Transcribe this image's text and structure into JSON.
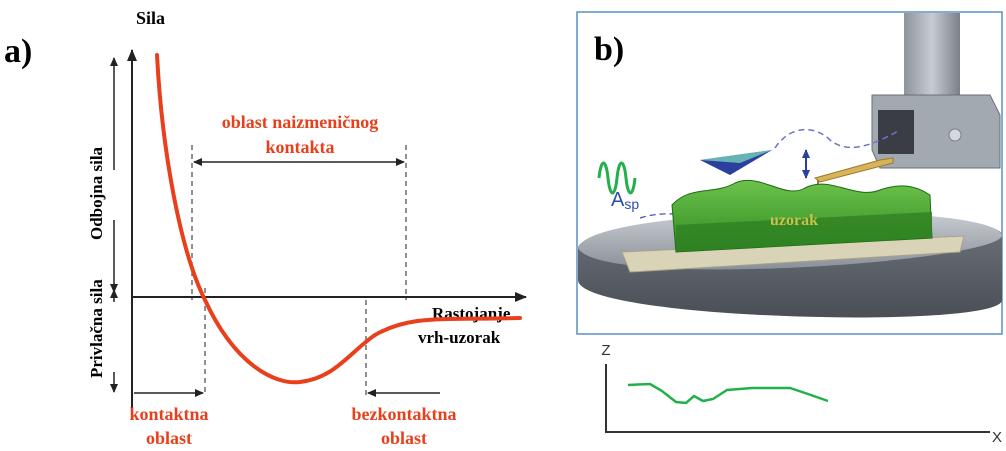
{
  "panel_a": {
    "label": "a)",
    "y_axis_title": "Sila",
    "y_upper_label": "Odbojna sila",
    "y_lower_label": "Privlačna sila",
    "x_axis_label_line1": "Rastojanje",
    "x_axis_label_line2": "vrh-uzorak",
    "intermittent_region_line1": "oblast naizmeničnog",
    "intermittent_region_line2": "kontakta",
    "contact_region_line1": "kontaktna",
    "contact_region_line2": "oblast",
    "noncontact_region_line1": "bezkontaktna",
    "noncontact_region_line2": "oblast",
    "curve_color": "#e8401c",
    "label_color": "#e8401c"
  },
  "panel_b": {
    "label": "b)",
    "amplitude_label_main": "A",
    "amplitude_label_sub": "sp",
    "sample_label": "uzorak",
    "profile_z_label": "Z",
    "profile_x_label": "X",
    "profile_color": "#22b04a",
    "sample_color": "#3c9a2e",
    "frame_color": "#5b8fc0"
  }
}
